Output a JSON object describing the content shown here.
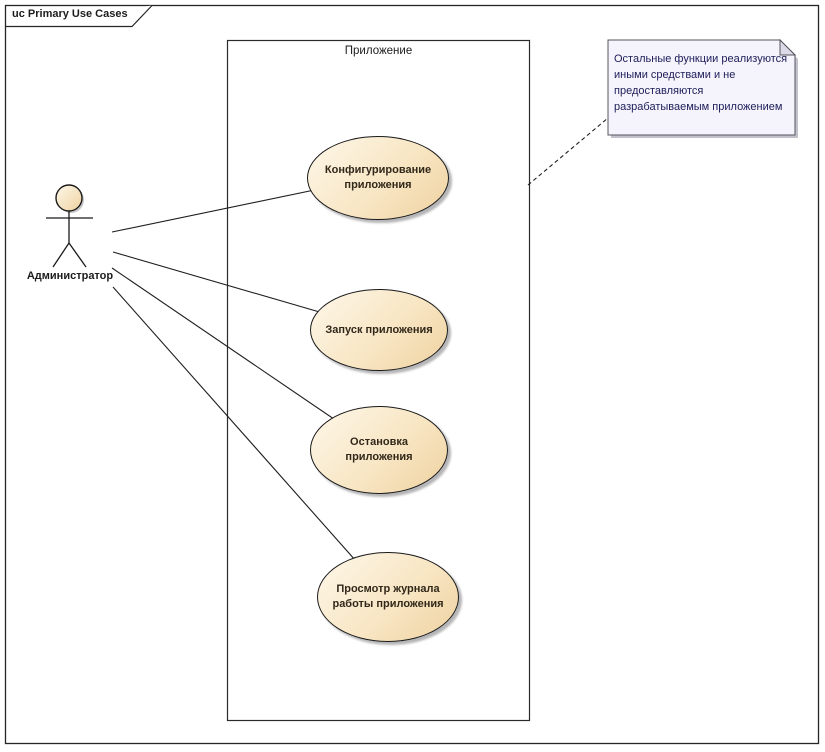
{
  "diagram": {
    "type": "uml-use-case-diagram",
    "frame_title": "uc Primary Use Cases",
    "system_boundary": "Приложение",
    "actor": "Администратор",
    "use_cases": [
      "Конфигурирование приложения",
      "Запуск приложения",
      "Остановка приложения",
      "Просмотр журнала работы приложения"
    ],
    "note": "Остальные функции реализуются иными средствами и не предоставляются разрабатываемым приложением",
    "connections": [
      {
        "from": "Администратор",
        "to": "Конфигурирование приложения",
        "type": "association"
      },
      {
        "from": "Администратор",
        "to": "Запуск приложения",
        "type": "association"
      },
      {
        "from": "Администратор",
        "to": "Остановка приложения",
        "type": "association"
      },
      {
        "from": "Администратор",
        "to": "Просмотр журнала работы приложения",
        "type": "association"
      },
      {
        "from": "note",
        "to": "Приложение",
        "type": "note-attachment-dashed"
      }
    ],
    "colors": {
      "usecase_fill_light": "#fdf7e9",
      "usecase_fill_dark": "#efd2a0",
      "stroke": "#1f1f1f",
      "note_fill": "#f5f3fb",
      "note_fold": "#dcdae7",
      "note_text": "#20205c",
      "background": "#ffffff"
    }
  }
}
